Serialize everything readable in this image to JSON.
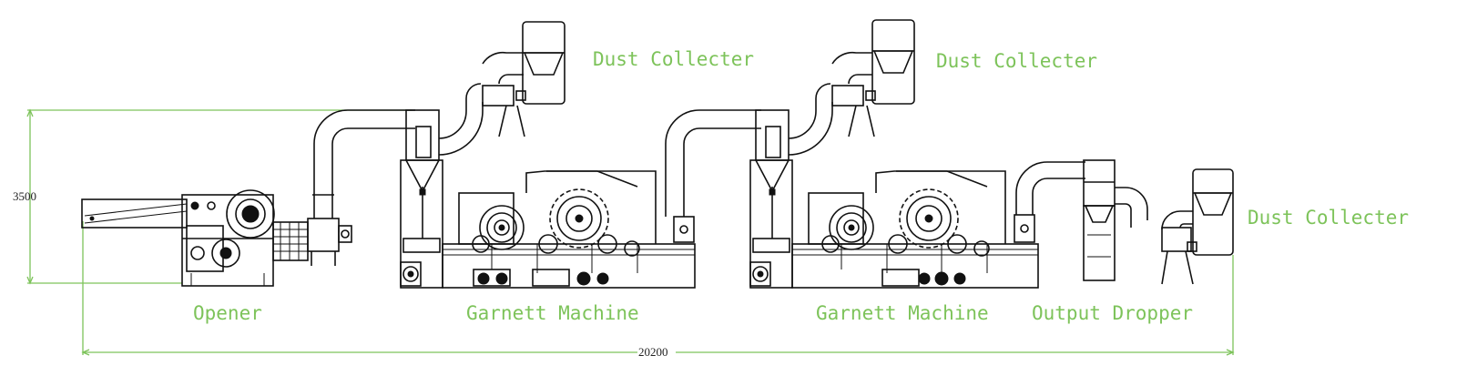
{
  "labels": {
    "dust_collector_1": "Dust Collecter",
    "dust_collector_2": "Dust Collecter",
    "dust_collector_3": "Dust Collecter",
    "opener": "Opener",
    "garnett_machine_1": "Garnett Machine",
    "garnett_machine_2": "Garnett Machine",
    "output_dropper": "Output Dropper"
  },
  "dimensions": {
    "height": "3500",
    "length": "20200"
  },
  "colors": {
    "label": "#7dc35a",
    "dimension_line": "#7dc35a",
    "drawing": "#111111"
  }
}
